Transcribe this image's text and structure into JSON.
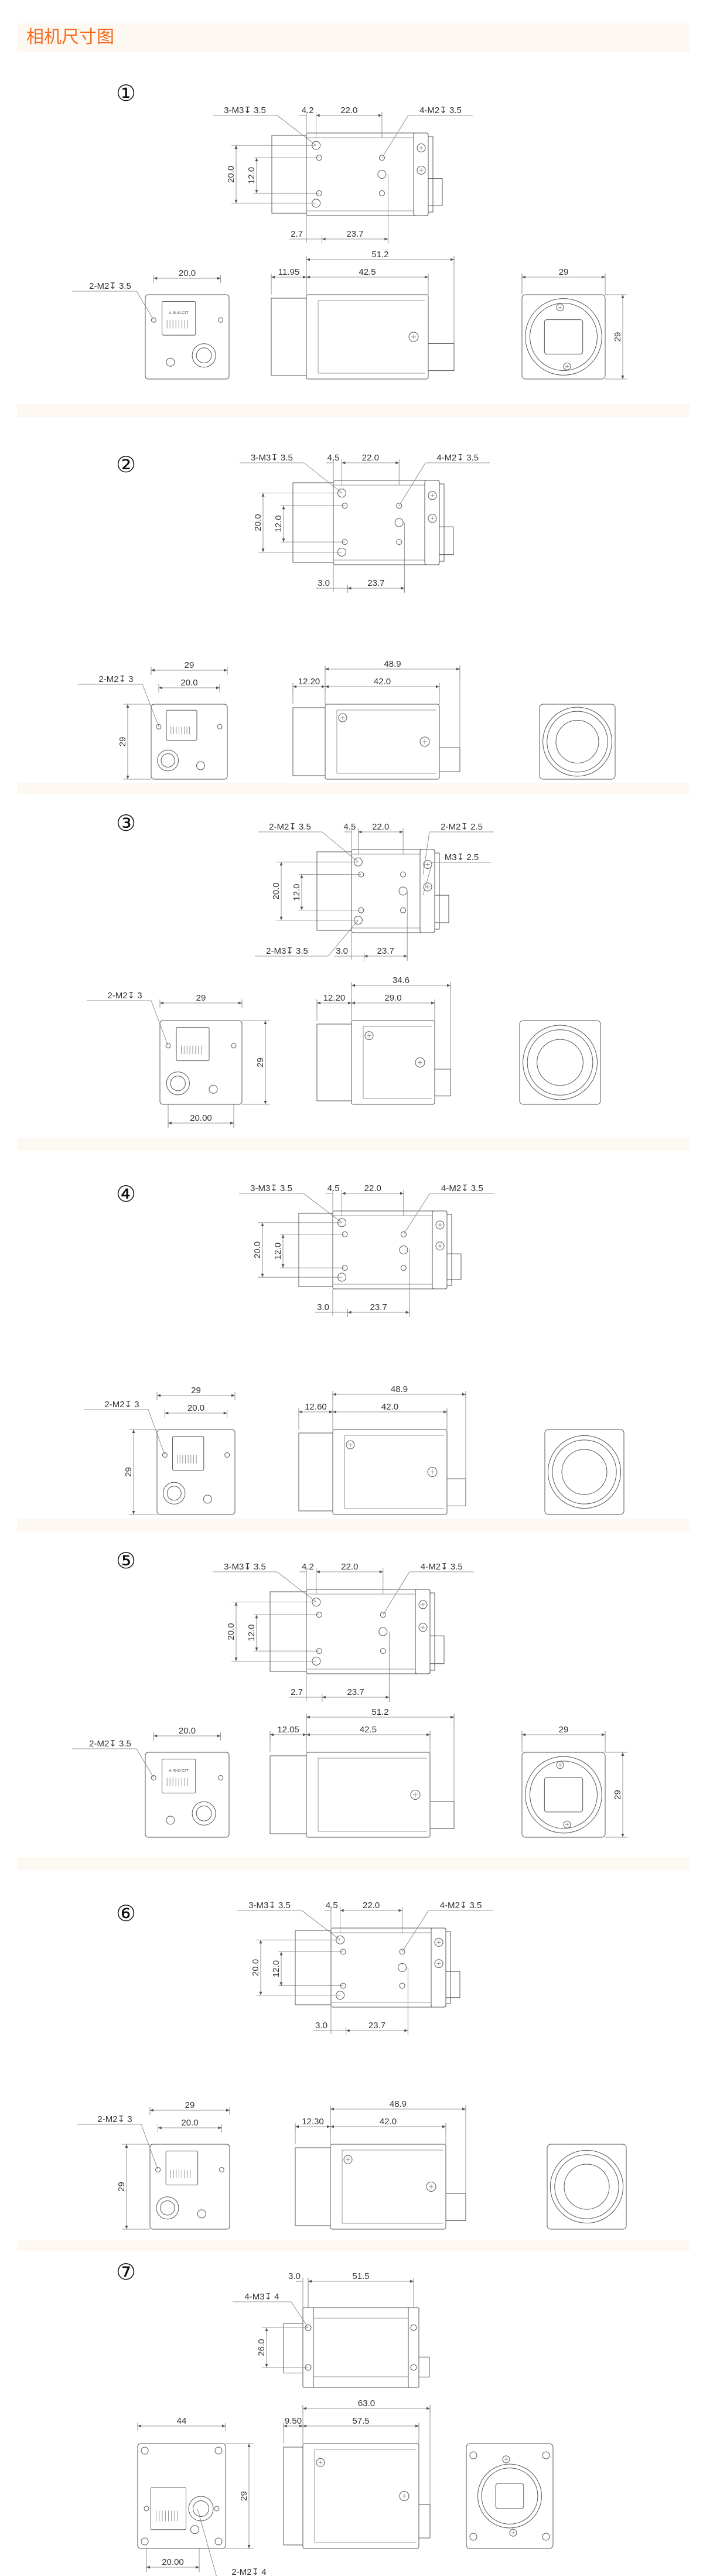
{
  "page": {
    "title": "相机尺寸图"
  },
  "colors": {
    "title": "#f26b21",
    "band": "#fdf8f1",
    "line": "#555555"
  },
  "sections": [
    {
      "number": "①",
      "top_view": {
        "hole_left": "3-M3↧ 3.5",
        "offset_left": "4.2",
        "span": "22.0",
        "hole_right": "4-M2↧ 3.5",
        "v_outer": "20.0",
        "v_inner": "12.0",
        "bottom_left": "2.7",
        "bottom_span": "23.7"
      },
      "back_view": {
        "width_inner": "20.0",
        "hole": "2-M2↧ 3.5",
        "connector_marking": "A-IS-IO CZT"
      },
      "side_view": {
        "total": "51.2",
        "lens": "11.95",
        "body": "42.5"
      },
      "front_view": {
        "width": "29",
        "height": "29"
      }
    },
    {
      "number": "②",
      "top_view": {
        "hole_left": "3-M3↧ 3.5",
        "offset_left": "4.5",
        "span": "22.0",
        "hole_right": "4-M2↧ 3.5",
        "v_outer": "20.0",
        "v_inner": "12.0",
        "bottom_left": "3.0",
        "bottom_span": "23.7"
      },
      "back_view": {
        "width_outer": "29",
        "width_inner": "20.0",
        "hole": "2-M2↧ 3",
        "height": "29"
      },
      "side_view": {
        "total": "48.9",
        "lens": "12.20",
        "body": "42.0"
      },
      "front_view": {}
    },
    {
      "number": "③",
      "top_view": {
        "hole_left": "2-M2↧ 3.5",
        "offset_left": "4.5",
        "span": "22.0",
        "hole_right": "2-M2↧ 2.5",
        "hole_right2": "M3↧ 2.5",
        "hole_bottom_left": "2-M3↧ 3.5",
        "v_outer": "20.0",
        "v_inner": "12.0",
        "bottom_left": "3.0",
        "bottom_span": "23.7"
      },
      "back_view": {
        "width_outer": "29",
        "hole": "2-M2↧ 3",
        "height_right": "29",
        "bottom": "20.00"
      },
      "side_view": {
        "total": "34.6",
        "lens": "12.20",
        "body": "29.0"
      },
      "front_view": {}
    },
    {
      "number": "④",
      "top_view": {
        "hole_left": "3-M3↧ 3.5",
        "offset_left": "4.5",
        "span": "22.0",
        "hole_right": "4-M2↧ 3.5",
        "v_outer": "20.0",
        "v_inner": "12.0",
        "bottom_left": "3.0",
        "bottom_span": "23.7"
      },
      "back_view": {
        "width_outer": "29",
        "width_inner": "20.0",
        "hole": "2-M2↧ 3",
        "height": "29"
      },
      "side_view": {
        "total": "48.9",
        "lens": "12.60",
        "body": "42.0"
      },
      "front_view": {}
    },
    {
      "number": "⑤",
      "top_view": {
        "hole_left": "3-M3↧ 3.5",
        "offset_left": "4.2",
        "span": "22.0",
        "hole_right": "4-M2↧ 3.5",
        "v_outer": "20.0",
        "v_inner": "12.0",
        "bottom_left": "2.7",
        "bottom_span": "23.7"
      },
      "back_view": {
        "width_inner": "20.0",
        "hole": "2-M2↧ 3.5",
        "connector_marking": "A-IS-IO CZT"
      },
      "side_view": {
        "total": "51.2",
        "lens": "12.05",
        "body": "42.5"
      },
      "front_view": {
        "width": "29",
        "height": "29"
      }
    },
    {
      "number": "⑥",
      "top_view": {
        "hole_left": "3-M3↧ 3.5",
        "offset_left": "4.5",
        "span": "22.0",
        "hole_right": "4-M2↧ 3.5",
        "v_outer": "20.0",
        "v_inner": "12.0",
        "bottom_left": "3.0",
        "bottom_span": "23.7"
      },
      "back_view": {
        "width_outer": "29",
        "width_inner": "20.0",
        "hole": "2-M2↧ 3",
        "height": "29"
      },
      "side_view": {
        "total": "48.9",
        "lens": "12.30",
        "body": "42.0"
      },
      "front_view": {}
    },
    {
      "number": "⑦",
      "top_view": {
        "offset_left": "3.0",
        "span": "51.5",
        "hole_left": "4-M3↧ 4",
        "v_outer": "26.0"
      },
      "back_view": {
        "width_outer": "44",
        "height_right": "29",
        "bottom": "20.00",
        "hole_bottom": "2-M2↧ 4"
      },
      "side_view": {
        "total": "63.0",
        "lens": "9.50",
        "body": "57.5"
      },
      "front_view": {}
    }
  ]
}
